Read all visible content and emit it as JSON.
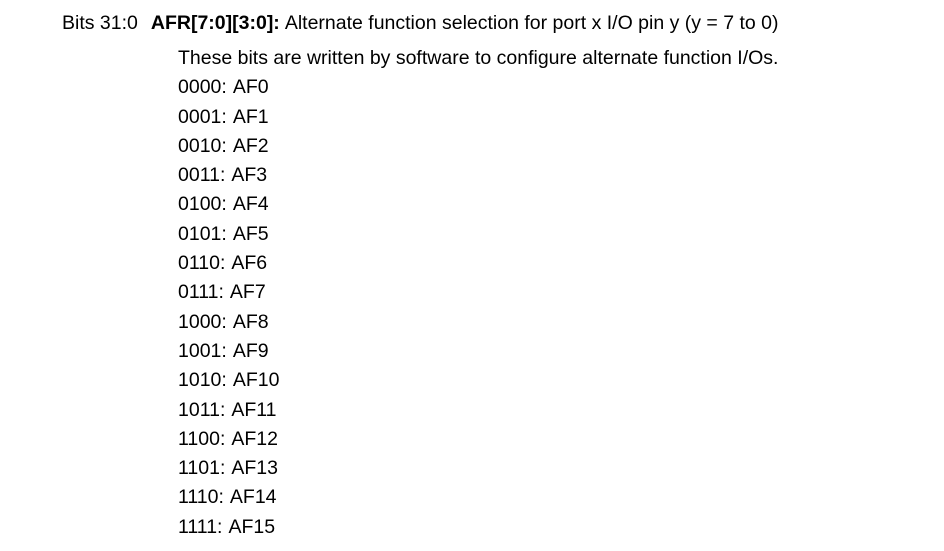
{
  "register_field": {
    "bits_label": "Bits 31:0",
    "field_name": "AFR[7:0][3:0]:",
    "summary": "Alternate function selection for port x I/O pin y (y = 7 to 0)",
    "note": "These bits are written by software to configure alternate function I/Os.",
    "separator": ":",
    "encodings": [
      {
        "code": "0000",
        "value": "AF0"
      },
      {
        "code": "0001",
        "value": "AF1"
      },
      {
        "code": "0010",
        "value": "AF2"
      },
      {
        "code": "0011",
        "value": "AF3"
      },
      {
        "code": "0100",
        "value": "AF4"
      },
      {
        "code": "0101",
        "value": "AF5"
      },
      {
        "code": "0110",
        "value": "AF6"
      },
      {
        "code": "0111",
        "value": "AF7"
      },
      {
        "code": "1000",
        "value": "AF8"
      },
      {
        "code": "1001",
        "value": "AF9"
      },
      {
        "code": "1010",
        "value": "AF10"
      },
      {
        "code": "1011",
        "value": "AF11"
      },
      {
        "code": "1100",
        "value": "AF12"
      },
      {
        "code": "1101",
        "value": "AF13"
      },
      {
        "code": "1110",
        "value": "AF14"
      },
      {
        "code": "1111",
        "value": "AF15"
      }
    ]
  },
  "colors": {
    "text": "#000000",
    "background": "#ffffff"
  }
}
